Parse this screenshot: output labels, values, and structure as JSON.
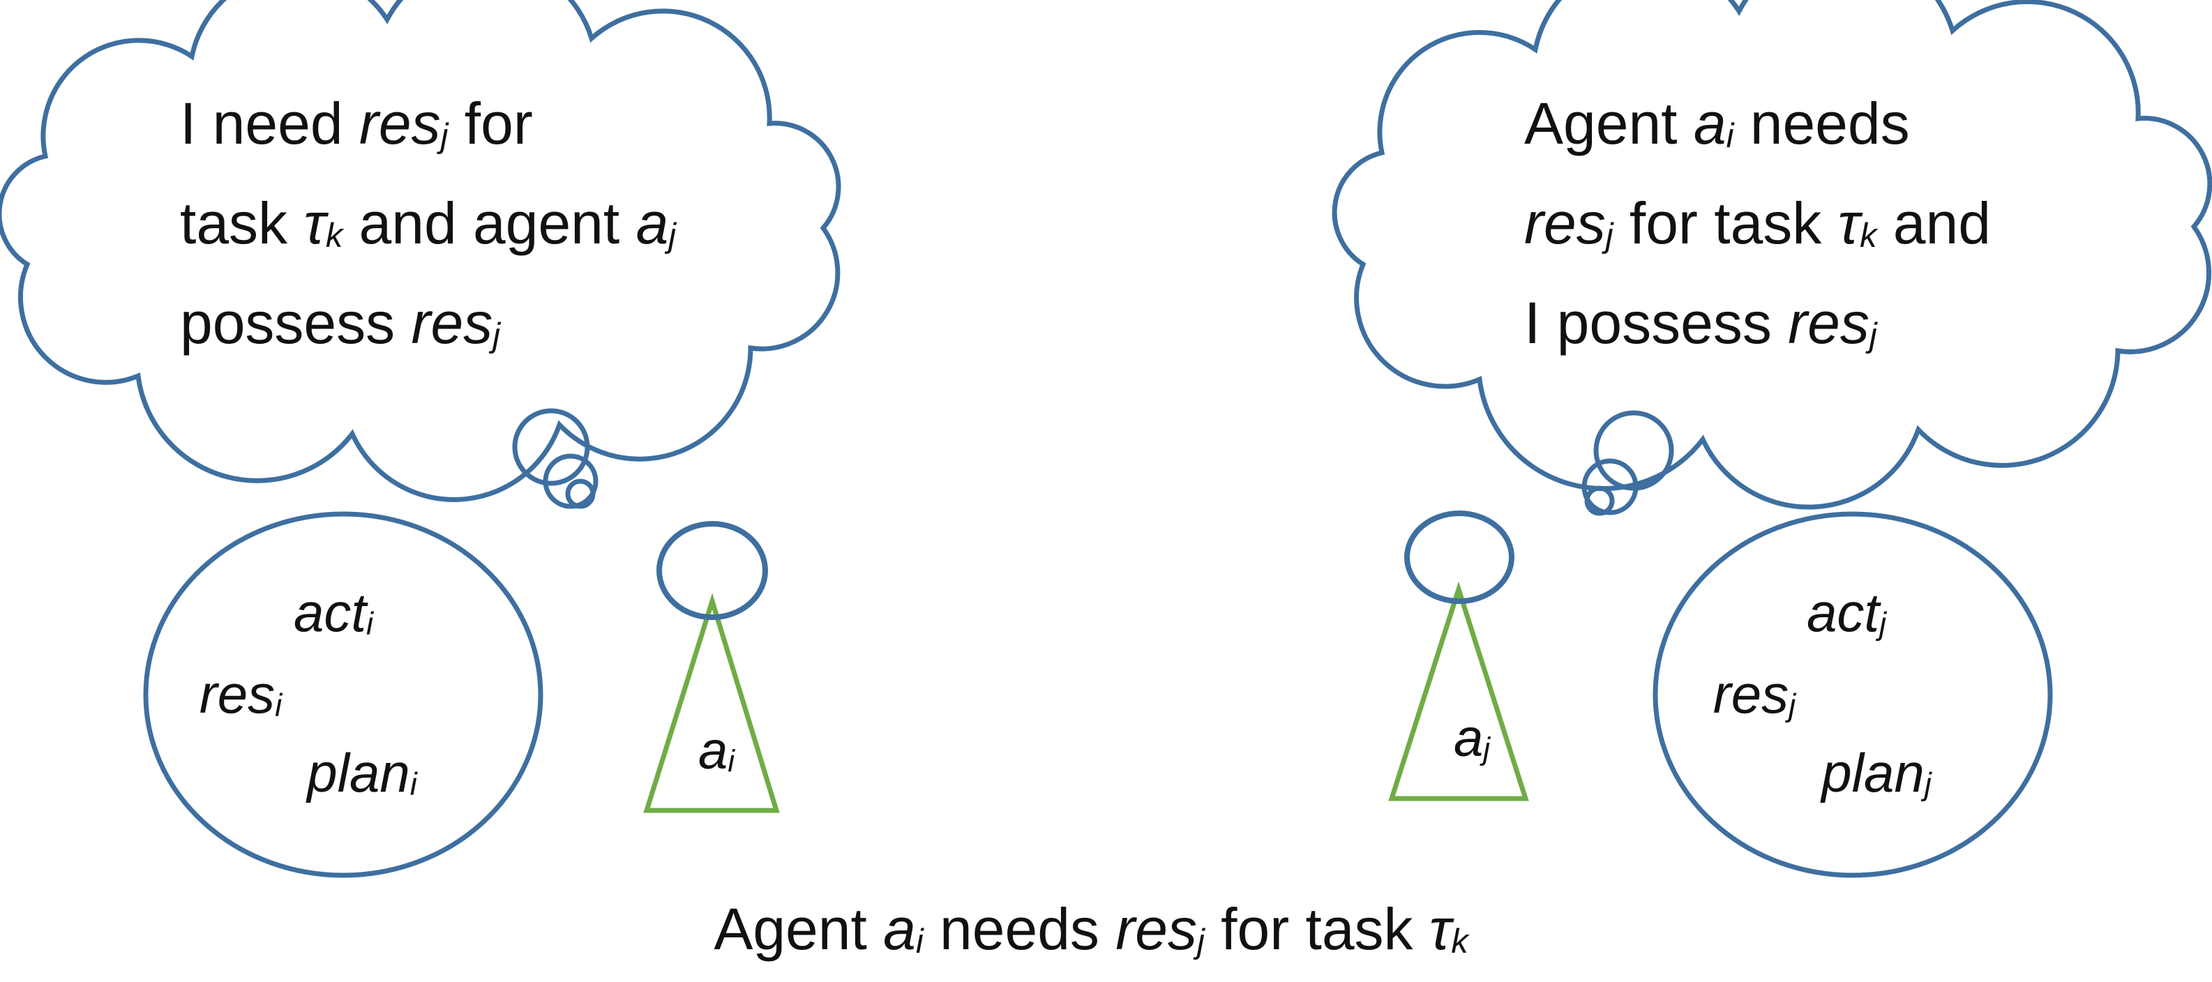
{
  "colors": {
    "outline_blue": "#3E6FA0",
    "agent_green": "#6FAC46",
    "text": "#111111"
  },
  "left_thought": {
    "lines": [
      [
        [
          "r",
          "I need "
        ],
        [
          "i",
          "res"
        ],
        [
          "s",
          "j"
        ],
        [
          "r",
          " for"
        ]
      ],
      [
        [
          "r",
          "task "
        ],
        [
          "i",
          "τ"
        ],
        [
          "s",
          "k"
        ],
        [
          "r",
          " and agent "
        ],
        [
          "i",
          "a"
        ],
        [
          "s",
          "j"
        ]
      ],
      [
        [
          "r",
          "possess "
        ],
        [
          "i",
          "res"
        ],
        [
          "s",
          "j"
        ]
      ]
    ]
  },
  "right_thought": {
    "lines": [
      [
        [
          "r",
          "Agent "
        ],
        [
          "i",
          "a"
        ],
        [
          "s",
          "i"
        ],
        [
          "r",
          " needs"
        ]
      ],
      [
        [
          "i",
          "res"
        ],
        [
          "s",
          "j"
        ],
        [
          "r",
          " for task "
        ],
        [
          "i",
          "τ"
        ],
        [
          "s",
          "k"
        ],
        [
          "r",
          " and"
        ]
      ],
      [
        [
          "r",
          "I possess "
        ],
        [
          "i",
          "res"
        ],
        [
          "s",
          "j"
        ]
      ]
    ]
  },
  "left_knowledge": {
    "act": [
      [
        "i",
        "act"
      ],
      [
        "s",
        "i"
      ]
    ],
    "res": [
      [
        "i",
        "res"
      ],
      [
        "s",
        "i"
      ]
    ],
    "plan": [
      [
        "i",
        "plan"
      ],
      [
        "s",
        "i"
      ]
    ]
  },
  "right_knowledge": {
    "act": [
      [
        "i",
        "act"
      ],
      [
        "s",
        "j"
      ]
    ],
    "res": [
      [
        "i",
        "res"
      ],
      [
        "s",
        "j"
      ]
    ],
    "plan": [
      [
        "i",
        "plan"
      ],
      [
        "s",
        "j"
      ]
    ]
  },
  "left_agent": {
    "label": [
      [
        "i",
        "a"
      ],
      [
        "s",
        "i"
      ]
    ]
  },
  "right_agent": {
    "label": [
      [
        "i",
        "a"
      ],
      [
        "s",
        "j"
      ]
    ]
  },
  "caption": [
    [
      "r",
      "Agent "
    ],
    [
      "i",
      "a"
    ],
    [
      "s",
      "i"
    ],
    [
      "r",
      " needs "
    ],
    [
      "i",
      "res"
    ],
    [
      "s",
      "j"
    ],
    [
      "r",
      " for task "
    ],
    [
      "i",
      "τ"
    ],
    [
      "s",
      "k"
    ]
  ]
}
